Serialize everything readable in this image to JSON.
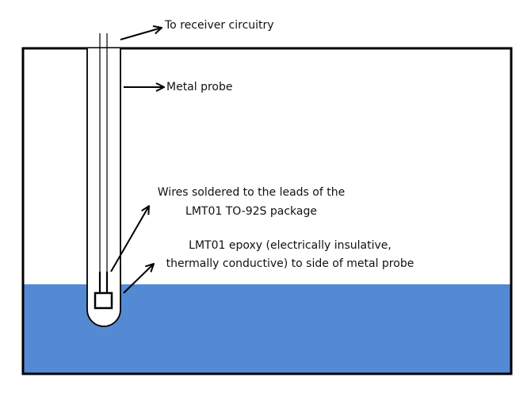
{
  "labels": {
    "receiver": "To receiver circuitry",
    "probe": "Metal probe",
    "wires_line1": "Wires soldered to the leads of the",
    "wires_line2": "LMT01 TO-92S package",
    "epoxy_line1": "LMT01 epoxy (electrically insulative,",
    "epoxy_line2": "thermally conductive) to side of metal probe"
  },
  "colors": {
    "water": "#548ad4",
    "outline": "#000000",
    "background": "#ffffff"
  }
}
